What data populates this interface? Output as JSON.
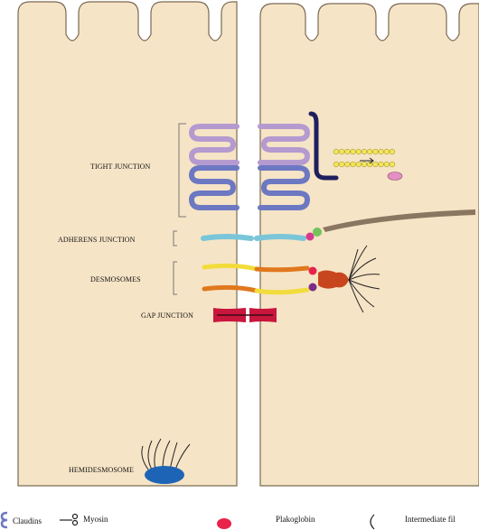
{
  "labels": {
    "tight_junction": "TIGHT JUNCTION",
    "adherens_junction": "ADHERENS JUNCTION",
    "desmosomes": "DESMOSOMES",
    "gap_junction": "GAP JUNCTION",
    "hemidesmosome": "HEMIDESMOSOME"
  },
  "legend": {
    "claudins": "Claudins",
    "myosin": "Myosin",
    "plakoglobin": "Plakoglobin",
    "intermediate_filaments": "Intermediate fil"
  },
  "colors": {
    "cell": "#f6e4c6",
    "cell_outline": "#7a6a55",
    "claudin_light": "#b59ad0",
    "claudin_dark": "#6d78c2",
    "actin_band": "#1f1f5e",
    "actin_bead": "#f2e55a",
    "myosin_head": "#e48fc2",
    "adherens": "#7ac6d8",
    "catenin_pink": "#d63a8c",
    "catenin_green": "#73c35c",
    "actin_filament": "#8a7661",
    "desmo_yellow": "#f2dc3c",
    "desmo_orange": "#e0781e",
    "plaque": "#c8461e",
    "plakoglobin": "#e8224a",
    "desmo_purple": "#7a2d86",
    "gap": "#c8163c",
    "hemidesmosome": "#1e64b6"
  }
}
